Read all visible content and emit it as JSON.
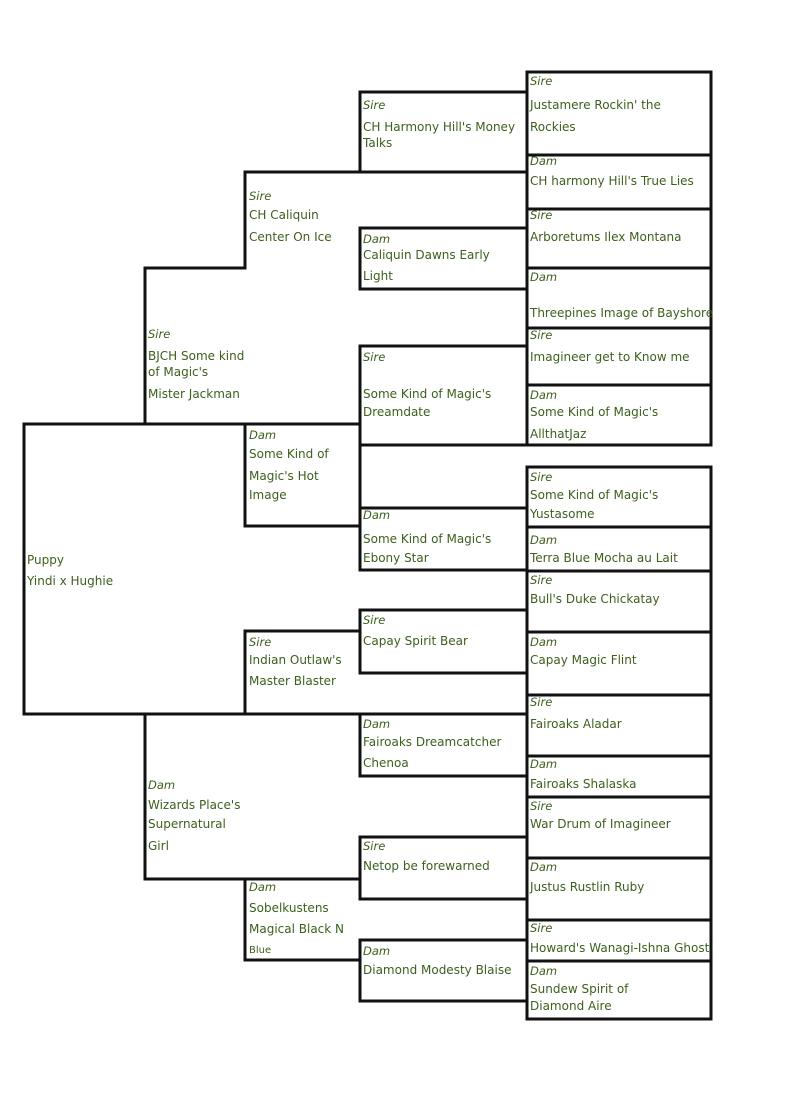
{
  "colors": {
    "text": "#3c5f1c",
    "lines": "#111111"
  },
  "pedigree": {
    "puppy": {
      "label": "Puppy",
      "name": "Yindi x Hughie"
    },
    "gen1": {
      "sire": {
        "role": "Sire",
        "name_1": "BJCH Some kind",
        "name_2": "of Magic's",
        "name_3": "Mister Jackman"
      },
      "dam": {
        "role": "Dam",
        "name_1": "Wizards Place's",
        "name_2": "Supernatural",
        "name_3": "Girl"
      }
    },
    "gen2": {
      "ss": {
        "role": "Sire",
        "name_1": "CH Caliquin",
        "name_2": "Center On Ice"
      },
      "sd": {
        "role": "Dam",
        "name_1": "Some Kind of",
        "name_2": "Magic's Hot",
        "name_3": "Image"
      },
      "ds": {
        "role": "Sire",
        "name_1": "Indian Outlaw's",
        "name_2": "Master Blaster"
      },
      "dd": {
        "role": "Dam",
        "name_1": "Sobelkustens",
        "name_2": "Magical Black N",
        "name_3": "Blue"
      }
    },
    "gen3": {
      "sss": {
        "role": "Sire",
        "name_1": "CH Harmony Hill's Money",
        "name_2": "Talks"
      },
      "ssd": {
        "role": "Dam",
        "name_1": "Caliquin Dawns Early",
        "name_2": "Light"
      },
      "sds": {
        "role": "Sire",
        "name_1": "Some Kind of Magic's",
        "name_2": "Dreamdate"
      },
      "sdd": {
        "role": "Dam",
        "name_1": "Some Kind of Magic's",
        "name_2": "Ebony Star"
      },
      "dss": {
        "role": "Sire",
        "name_1": "Capay Spirit Bear"
      },
      "dsd": {
        "role": "Dam",
        "name_1": "Fairoaks Dreamcatcher",
        "name_2": "Chenoa"
      },
      "dds": {
        "role": "Sire",
        "name_1": "Netop be forewarned"
      },
      "ddd": {
        "role": "Dam",
        "name_1": "Diamond Modesty Blaise"
      }
    },
    "gen4": [
      {
        "role": "Sire",
        "name_1": "Justamere Rockin' the",
        "name_2": "Rockies"
      },
      {
        "role": "Dam",
        "name_1": "CH harmony Hill's True Lies"
      },
      {
        "role": "Sire",
        "name_1": "Arboretums Ilex Montana"
      },
      {
        "role": "Dam",
        "name_1": "Threepines Image of Bayshore"
      },
      {
        "role": "Sire",
        "name_1": "Imagineer get to Know me"
      },
      {
        "role": "Dam",
        "name_1": "Some Kind of Magic's",
        "name_2": "AllthatJaz"
      },
      {
        "role": "Sire",
        "name_1": "Some Kind of Magic's",
        "name_2": "Yustasome"
      },
      {
        "role": "Dam",
        "name_1": "Terra Blue Mocha au Lait"
      },
      {
        "role": "Sire",
        "name_1": "Bull's Duke Chickatay"
      },
      {
        "role": "Dam",
        "name_1": "Capay Magic Flint"
      },
      {
        "role": "Sire",
        "name_1": "Fairoaks Aladar"
      },
      {
        "role": "Dam",
        "name_1": "Fairoaks Shalaska"
      },
      {
        "role": "Sire",
        "name_1": "War Drum of Imagineer"
      },
      {
        "role": "Dam",
        "name_1": "Justus Rustlin Ruby"
      },
      {
        "role": "Sire",
        "name_1": "Howard's Wanagi-Ishna Ghost"
      },
      {
        "role": "Dam",
        "name_1": "Sundew Spirit of",
        "name_2": "Diamond Aire"
      }
    ]
  }
}
